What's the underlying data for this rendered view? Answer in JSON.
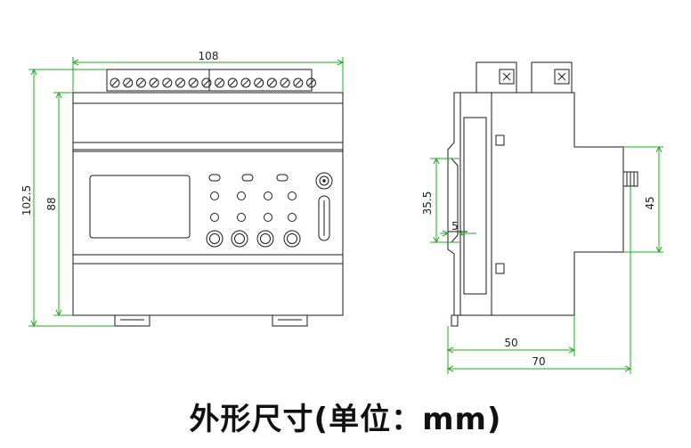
{
  "caption": "外形尺寸(单位：mm)",
  "colors": {
    "outline": "#1a1a1a",
    "dimension": "#22aa22",
    "dimension_text": "#222222"
  },
  "front_view": {
    "width_label": "108",
    "outer_height_label": "102.5",
    "body_height_label": "88"
  },
  "side_view": {
    "depth_body_label": "50",
    "depth_total_label": "70",
    "rail_label": "35.5",
    "rail_lip_label": "5",
    "module_height_label": "45"
  }
}
